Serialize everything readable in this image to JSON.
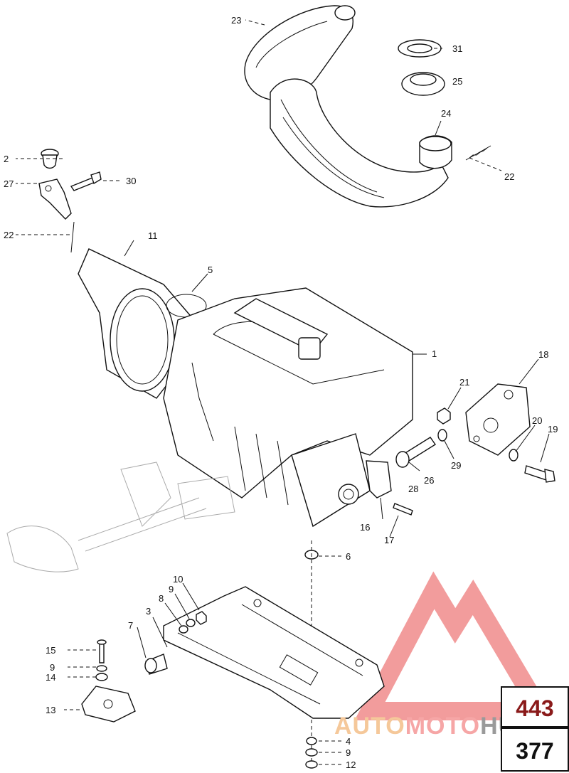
{
  "callouts": [
    {
      "id": "1",
      "label": "1"
    },
    {
      "id": "2",
      "label": "2"
    },
    {
      "id": "3",
      "label": "3"
    },
    {
      "id": "4",
      "label": "4"
    },
    {
      "id": "5",
      "label": "5"
    },
    {
      "id": "6",
      "label": "6"
    },
    {
      "id": "7",
      "label": "7"
    },
    {
      "id": "8",
      "label": "8"
    },
    {
      "id": "9a",
      "label": "9"
    },
    {
      "id": "9b",
      "label": "9"
    },
    {
      "id": "9c",
      "label": "9"
    },
    {
      "id": "10",
      "label": "10"
    },
    {
      "id": "11",
      "label": "11"
    },
    {
      "id": "12",
      "label": "12"
    },
    {
      "id": "13",
      "label": "13"
    },
    {
      "id": "14",
      "label": "14"
    },
    {
      "id": "15",
      "label": "15"
    },
    {
      "id": "16",
      "label": "16"
    },
    {
      "id": "17",
      "label": "17"
    },
    {
      "id": "18",
      "label": "18"
    },
    {
      "id": "19",
      "label": "19"
    },
    {
      "id": "20",
      "label": "20"
    },
    {
      "id": "21",
      "label": "21"
    },
    {
      "id": "22a",
      "label": "22"
    },
    {
      "id": "22b",
      "label": "22"
    },
    {
      "id": "23",
      "label": "23"
    },
    {
      "id": "24",
      "label": "24"
    },
    {
      "id": "25",
      "label": "25"
    },
    {
      "id": "26",
      "label": "26"
    },
    {
      "id": "27",
      "label": "27"
    },
    {
      "id": "28",
      "label": "28"
    },
    {
      "id": "29",
      "label": "29"
    },
    {
      "id": "30",
      "label": "30"
    },
    {
      "id": "31",
      "label": "31"
    }
  ],
  "watermark": {
    "part1": "AUTO",
    "part2": "MOTO",
    "part3": "HUB",
    "accent_color": "#e84a4a"
  },
  "page_boxes": {
    "top": "443",
    "bottom": "377"
  }
}
